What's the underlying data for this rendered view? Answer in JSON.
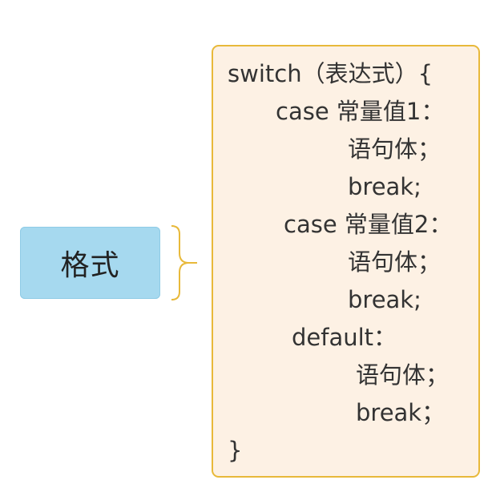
{
  "root": {
    "label": "格式"
  },
  "detail": {
    "lines": [
      "switch（表达式）{",
      "case 常量值1：",
      "语句体；",
      "break;",
      "case 常量值2：",
      "语句体；",
      "break;",
      "default：",
      "语句体；",
      "break；",
      "}"
    ]
  },
  "colors": {
    "root_fill": "#a6d9ef",
    "detail_fill": "#fdf1e4",
    "detail_border": "#e8b93a",
    "connector": "#e8b93a"
  }
}
